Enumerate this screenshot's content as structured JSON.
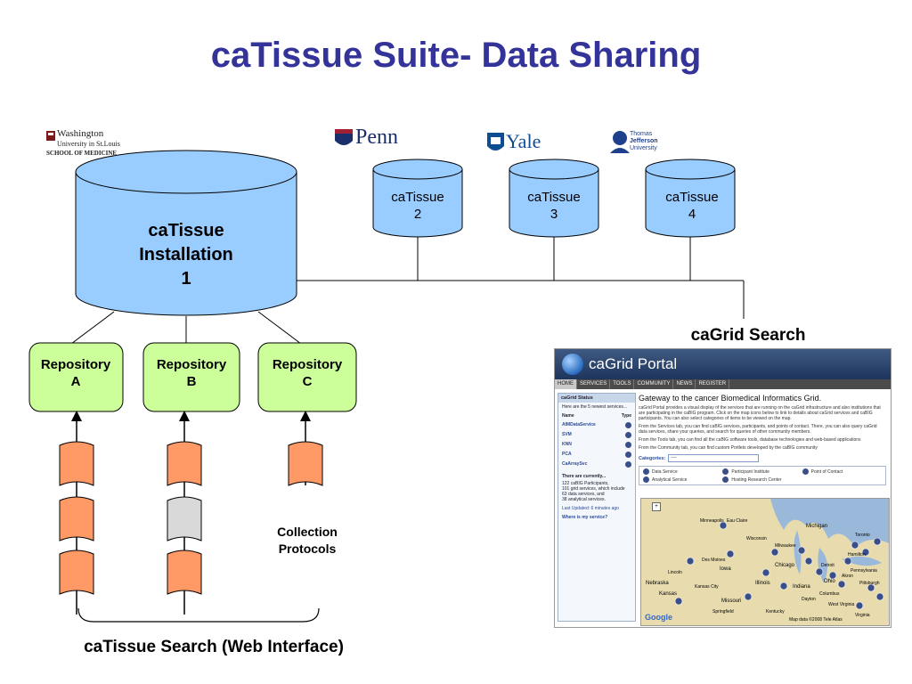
{
  "title": "caTissue Suite- Data Sharing",
  "logos": {
    "washington": [
      "Washington",
      "University in St.Louis",
      "SCHOOL OF MEDICINE"
    ],
    "penn": "Penn",
    "yale": "Yale",
    "jefferson": [
      "Thomas",
      "Jefferson",
      "University"
    ]
  },
  "installation": {
    "line1": "caTissue",
    "line2": "Installation",
    "line3": "1"
  },
  "remote_dbs": [
    {
      "line1": "caTissue",
      "line2": "2"
    },
    {
      "line1": "caTissue",
      "line2": "3"
    },
    {
      "line1": "caTissue",
      "line2": "4"
    }
  ],
  "repositories": [
    {
      "line1": "Repository",
      "line2": "A"
    },
    {
      "line1": "Repository",
      "line2": "B"
    },
    {
      "line1": "Repository",
      "line2": "C"
    }
  ],
  "collection_label": {
    "line1": "Collection",
    "line2": "Protocols"
  },
  "bottom_label": "caTissue Search (Web Interface)",
  "cagrid_label": "caGrid Search",
  "portal": {
    "brand": "caGrid Portal",
    "nav": [
      "HOME",
      "SERVICES",
      "TOOLS",
      "COMMUNITY",
      "NEWS",
      "REGISTER"
    ],
    "status_header": "caGrid Status",
    "status_intro": "Here are the 5 newest services...",
    "col_name": "Name",
    "col_type": "Type",
    "services": [
      "AIMDataService",
      "SVM",
      "KNN",
      "PCA",
      "CaArraySvc"
    ],
    "currently_title": "There are currently...",
    "currently_lines": [
      "122  caBIG Participants,",
      "101  grid services, which include",
      "63  data services, and",
      "38  analytical services."
    ],
    "last_updated": "Last Updated:  6 minutes ago",
    "where_service": "Where is my service?",
    "gateway": "Gateway to the cancer Biomedical Informatics Grid.",
    "para1": "caGrid Portal provides a visual display of the services that are running on the caGrid infrastructure and also institutions that are participating in the caBIG program. Click on the map icons below to link to details about caGrid services and caBIG participants. You can also select categories of items to be viewed on the map.",
    "para2": "From the Services tab, you can find caBIG services, participants, and points of contact. There, you can also query caGrid data services, share your queries, and search for queries of other community members.",
    "para3": "From the Tools tab, you can find all the caBIG software tools, database technologies and web-based applications",
    "para4": "From the Community tab, you can find custom Portlets developed by the caBIG community",
    "categories_label": "Categories:",
    "categories_value": "----",
    "legend": [
      "Data Service",
      "Participant Institute",
      "Point of Contact",
      "Analytical Service",
      "Hosting Research Center"
    ],
    "map_labels": [
      "Minneapolis",
      "Eau Claire",
      "Wisconsin",
      "Michigan",
      "Toronto",
      "Milwaukee",
      "Hamilton",
      "Chicago",
      "Detroit",
      "Nebraska",
      "Des Moines",
      "Iowa",
      "Lincoln",
      "Illinois",
      "Indiana",
      "Ohio",
      "Columbus",
      "Pennsylvania",
      "Kansas City",
      "Dayton",
      "Kansas",
      "Missouri",
      "West Virginia",
      "Kentucky",
      "Virginia",
      "Springfield",
      "Pittsburgh",
      "Akron"
    ],
    "map_footer": "Map data ©2008 Tele Atlas",
    "google": "Google"
  },
  "colors": {
    "title": "#33339a",
    "cylinder": "#99ccff",
    "repository": "#ccff99",
    "protocol": "#ff9966",
    "protocol_alt": "#d9d9d9"
  }
}
